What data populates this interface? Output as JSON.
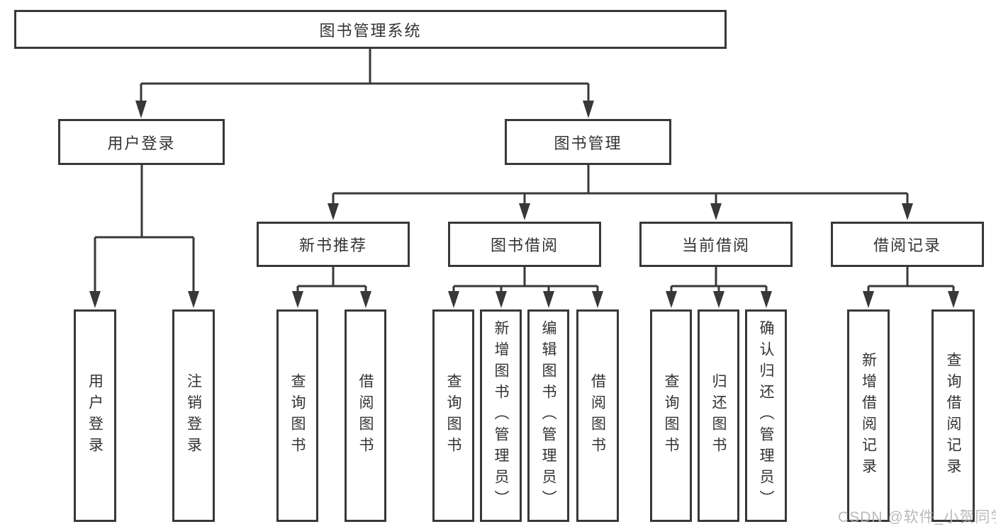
{
  "tree": {
    "root": "图书管理系统",
    "children": [
      {
        "label": "用户登录",
        "children": [
          "用户登录",
          "注销登录"
        ]
      },
      {
        "label": "图书管理",
        "children": [
          {
            "label": "新书推荐",
            "children": [
              "查询图书",
              "借阅图书"
            ]
          },
          {
            "label": "图书借阅",
            "children": [
              "查询图书",
              "新增图书（管理员）",
              "编辑图书（管理员）",
              "借阅图书"
            ]
          },
          {
            "label": "当前借阅",
            "children": [
              "查询图书",
              "归还图书",
              "确认归还（管理员）"
            ]
          },
          {
            "label": "借阅记录",
            "children": [
              "新增借阅记录",
              "查询借阅记录"
            ]
          }
        ]
      }
    ]
  },
  "watermark": {
    "text": "CSDN @软件_小贺同学",
    "color": "#b3b3b3"
  },
  "colors": {
    "line": "#383838",
    "text": "#333333",
    "background": "#ffffff"
  }
}
